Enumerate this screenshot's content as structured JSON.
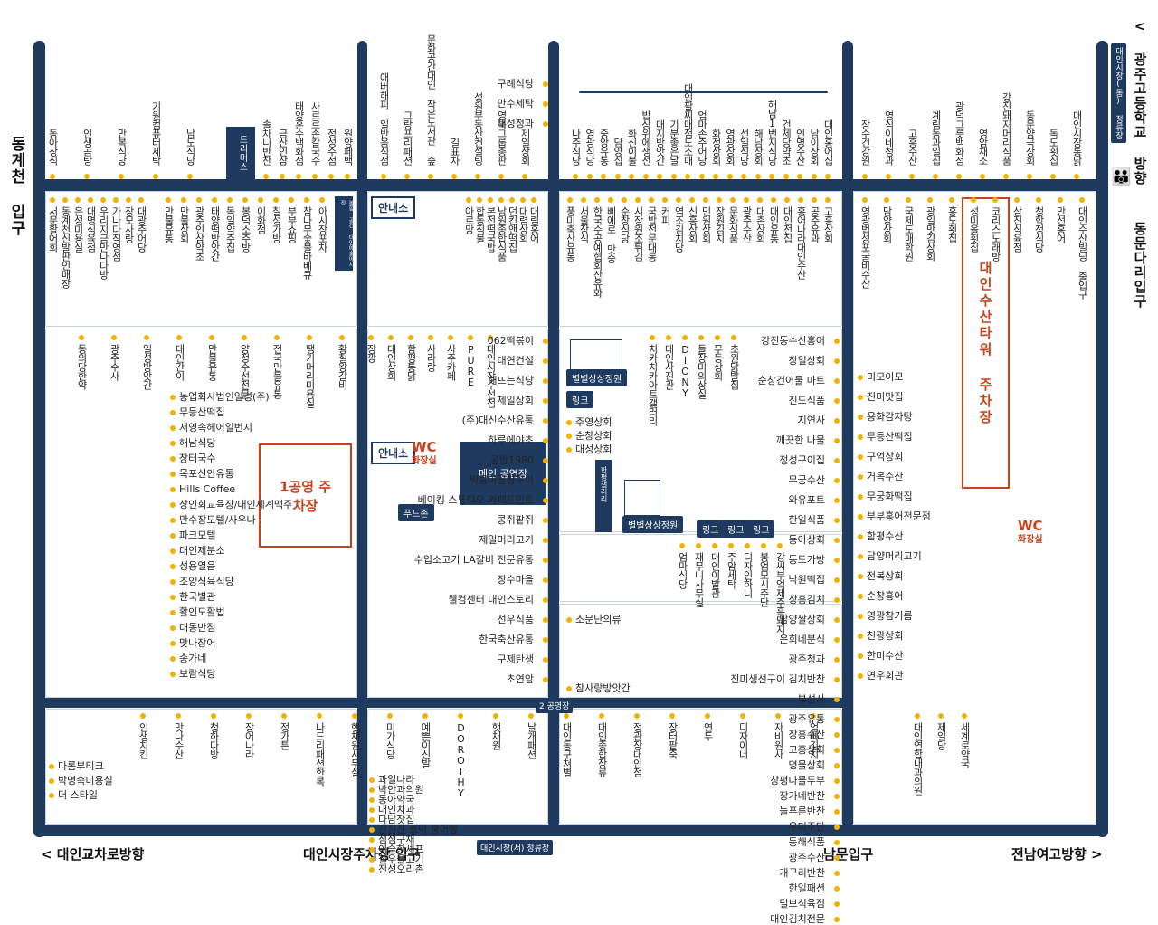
{
  "edges": {
    "left": "동계천 입구",
    "right_top": "< 광주고등학교 방향",
    "right_mid": "동문다리입구",
    "bottom_left": "< 대인교차로방향",
    "bottom_center": "대인시장주차장 입구",
    "bottom_right_center": "남문입구",
    "bottom_right": "전남여고방향 >"
  },
  "tags": {
    "bus_right": "대인시장(동) 정류장",
    "bus_bottom": "대인시장(서) 정류장",
    "lot2": "2 공영장"
  },
  "facilities": {
    "info1": "안내소",
    "info2": "안내소",
    "wc1": "WC",
    "wc1_sub": "화장실",
    "wc2": "WC",
    "wc2_sub": "화장실",
    "parking1": "1공영 주차장",
    "parking2": "대인수산타워 주차장",
    "stage": "메인 공연장",
    "foodzone": "푸드존",
    "drimus": "드리머스",
    "byeol1": "별별상상정원",
    "byeol2": "별별상상정원",
    "rink1": "링크",
    "rink2": "링크",
    "rink3": "링크",
    "rink4": "링크",
    "hanpyeong": "한평갤러리",
    "rental": "복합 공간 대인예술야시장"
  },
  "colors": {
    "road": "#1f3a5f",
    "dot": "#f2b300",
    "accent": "#c9421c"
  },
  "top_vertical_1": [
    "동아장식",
    "인생곰탕",
    "만복식당",
    "기원컴퓨터세탁",
    "남도식당"
  ],
  "top_vertical_2": [
    "솔차니반찬",
    "금산인삼",
    "태양혼수백화점",
    "사르르손칼국수",
    "정성수점",
    "원양페백"
  ],
  "top_vertical_3": [
    "애버해피 일반음식점",
    "그랑프리패션",
    "문화공간대인 작은도서관 숲",
    "길표차",
    "성원부동산컨설팅",
    "영북그룹총판",
    "제일상회"
  ],
  "top_right_col": [
    "구례식당",
    "만수세탁",
    "대성청과"
  ],
  "top_vertical_4": [
    "나주식당",
    "영광식당",
    "중앙유통",
    "담양집",
    "화신이불",
    "밥상위에생선",
    "대지방앗간",
    "기분좋은날",
    "대인팔찌매점도소매",
    "엄마손주어당",
    "화정상회",
    "영광상회",
    "선일식당",
    "해남상회",
    "해남1번지식당",
    "건제당약초",
    "인명수산",
    "남이상회",
    "대인홍어집"
  ],
  "top_right_vertical": [
    "장수건강원",
    "영식이네청과",
    "고흥수산",
    "계림동과일집",
    "광덕그릇백화점",
    "영암채소",
    "강진돼지머리식품",
    "동문양곡상회",
    "독도횟집",
    "대인시장통닭"
  ],
  "row2_left": [
    "서문활어회",
    "동계천신발판인매장",
    "은성미용실",
    "대명식육점",
    "우리지금만나다방",
    "가나다직영점",
    "장모사랑",
    "대광주어당"
  ],
  "row2_mid": [
    "만물유통",
    "만물상회",
    "광주인삼약초",
    "태양떡방앗간",
    "독일약주집",
    "봉덕소주방",
    "이화점",
    "칠성가방",
    "부부쇼핑",
    "참나무숯불바베큐",
    "아시장포차"
  ],
  "row2_block3": [
    "아르망",
    "합동직물",
    "본전떡국밥",
    "남원종합식품",
    "던킨앤떡집",
    "대렴상회",
    "대림홍어"
  ],
  "row2_block4": [
    "풍미축산유통",
    "서울장식",
    "한국수공예협회산유화",
    "삐에로 맛숭",
    "순창식당",
    "시장원조튀김",
    "국밥전문대롱",
    "커피",
    "역조김치당",
    "신흥상회",
    "민원상회",
    "장원김치",
    "문화식품",
    "광주수산",
    "대촌상회",
    "대인유통",
    "대인전집",
    "홍어나라대인수산",
    "공주유과",
    "고흥상회"
  ],
  "row2_right": [
    "영광법성포굴비수산",
    "담양상회",
    "국제도매학원",
    "광일맛김상회",
    "홍도횟집",
    "성미올횟집",
    "코리스노래방",
    "삼진식육점",
    "청학정식당",
    "만선홍어",
    "대인수산빌딩 출입구"
  ],
  "row3_left_v": [
    "동의당한약",
    "광주수사",
    "일성방앗간",
    "대인간이",
    "만물유통",
    "양정수선전문",
    "전국만물유통",
    "땡기머리미용실",
    "황칠왕갈비"
  ],
  "row3_left_h": [
    "농업회사법인일경(주)",
    "무등산떡집",
    "서영속헤어일번지",
    "해남식당",
    "장터국수",
    "목포신안유통",
    "Hills Coffee",
    "상인회교육장/대인세계맥주",
    "만수장모텔/사우나",
    "파크모텔",
    "대인제분소",
    "성용열음",
    "조양식육식당",
    "한국별관",
    "활인도활법",
    "대동반점",
    "맛나장어",
    "송가네",
    "보람식당"
  ],
  "row3_center_v": [
    "장깡",
    "대인상회",
    "함평통닭",
    "사라랑",
    "사주카페",
    "PURE",
    "대인시장수선점"
  ],
  "row3_center_h": [
    "062떡볶이",
    "대연건설",
    "해뜨는식당",
    "제일상회",
    "(주)대신수산유통",
    "하루에야초",
    "공방1980",
    "딱콩아끌창구이",
    "베이킹 스튜디오 카페드민트",
    "콩쥐팥쥐",
    "제일머리고기",
    "수입소고기 LA갈비 전문유통",
    "장수마을",
    "웰컴센터 대인스토리",
    "선우식품",
    "한국축산유통",
    "구제탄생",
    "초연암"
  ],
  "row3_gallery_v": [
    "치카치카아트갤러리",
    "대인사진관",
    "DIONY",
    "들장미의상실",
    "무등상회",
    "초원닭발집"
  ],
  "row3_gallery_h": [
    "주영상회",
    "순창상회",
    "대성상회"
  ],
  "row3_right_h": [
    "강진동수산홍어",
    "장일상회",
    "순창건어물 마트",
    "진도식품",
    "지연사",
    "깨끗한 나물",
    "정성구이집",
    "무궁수산",
    "와유포트",
    "한일식품",
    "동아상회",
    "동도가방",
    "낙원떡집",
    "장흥김치",
    "담양쌀상회",
    "은희네분식",
    "광주청과",
    "진미생선구이 김치반찬",
    "부성사"
  ],
  "row3_inner_h": [
    "소문난의류",
    "참사랑방앗간"
  ],
  "row3_inner_v": [
    "엄마식당",
    "재무니사무실",
    "대인이발관",
    "주암세탁",
    "디자인하니",
    "봉엄모시주단",
    "강씨부엌제주흑돼지"
  ],
  "row3_far_right": [
    "미모이모",
    "진미맛집",
    "용화감자탕",
    "무등산떡집",
    "구억상회",
    "거복수산",
    "무궁화떡집",
    "부부홍어전문점",
    "함평수산",
    "담양머리고기",
    "전복상회",
    "순창홍어",
    "영광참기름",
    "천광상회",
    "한미수산",
    "연우회관"
  ],
  "bottom_left_h": [
    "다롬부티크",
    "박명숙미용실",
    "더 스타일"
  ],
  "bottom_v": [
    "인생치킨",
    "맛나수산",
    "청하다방",
    "장어나라",
    "정가튼",
    "나드리패션한복",
    "햇채원사무실",
    "미가식당",
    "예쁜이신발",
    "DOROTHY",
    "햇채원",
    "날개패션",
    "대인동구쳐별",
    "대인종합장류",
    "정관장대인점",
    "장터팥죽",
    "연두",
    "디자이너",
    "자비원사",
    "엄빠김치"
  ],
  "bottom_center_h": [
    "과일나라",
    "박안과의원",
    "동아약국",
    "대인치과",
    "다담찻집",
    "진진진 호떡 붕어빵",
    "점점구채",
    "이슬한셰프",
    "칠우물고기",
    "진성오리촌"
  ],
  "bottom_right_h": [
    "광주유통",
    "장흥수산",
    "고흥상회",
    "명물상회",
    "창평나물두부",
    "장가네반찬",
    "늘푸른반찬",
    "우미주단",
    "동해식품",
    "광주수산",
    "개구리반찬",
    "한일패션",
    "털보식육점",
    "대인김치전문"
  ],
  "bottom_right_v": [
    "대인연합내과의원",
    "제일당",
    "세계로약국"
  ]
}
